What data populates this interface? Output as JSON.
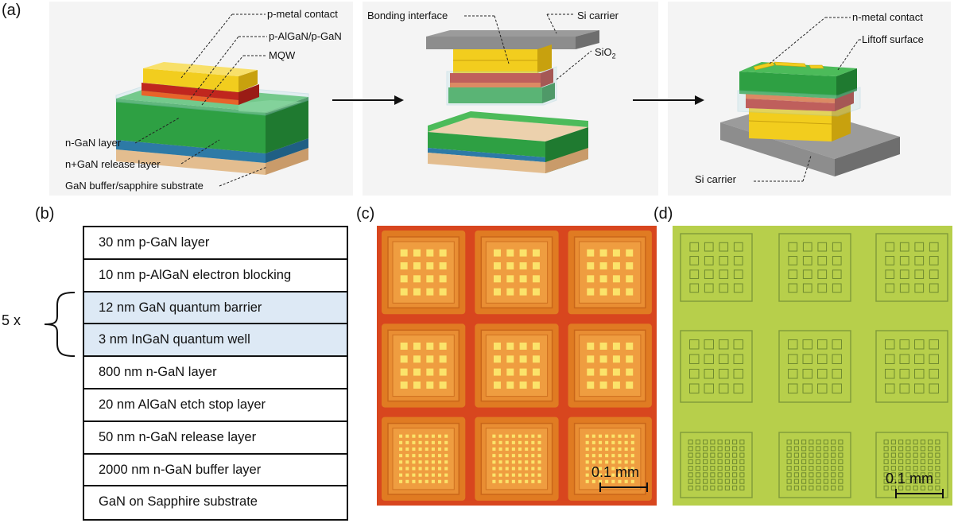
{
  "panels": {
    "a": "(a)",
    "b": "(b)",
    "c": "(c)",
    "d": "(d)"
  },
  "diagram_a1": {
    "p_metal_contact": "p-metal contact",
    "p_algan_pgan": "p-AlGaN/p-GaN",
    "mqw": "MQW",
    "n_gan_layer": "n-GaN layer",
    "n_plus_gan_release": "n+GaN release layer",
    "gan_buffer": "GaN buffer/sapphire substrate"
  },
  "diagram_a2": {
    "bonding_interface": "Bonding interface",
    "si_carrier": "Si carrier",
    "sio2_main": "SiO",
    "sio2_sub": "2"
  },
  "diagram_a3": {
    "n_metal_contact": "n-metal contact",
    "liftoff_surface": "Liftoff surface",
    "si_carrier": "Si carrier"
  },
  "layer_stack": {
    "repeat_label": "5 x",
    "layers": [
      {
        "text": "30 nm p-GaN layer",
        "highlight": false
      },
      {
        "text": "10 nm p-AlGaN electron blocking",
        "highlight": false
      },
      {
        "text": "12 nm GaN quantum barrier",
        "highlight": true
      },
      {
        "text": "3 nm InGaN quantum well",
        "highlight": true
      },
      {
        "text": "800 nm n-GaN layer",
        "highlight": false
      },
      {
        "text": "20 nm AlGaN etch stop layer",
        "highlight": false
      },
      {
        "text": "50 nm n-GaN release layer",
        "highlight": false
      },
      {
        "text": "2000 nm n-GaN buffer layer",
        "highlight": false
      },
      {
        "text": "GaN on Sapphire substrate",
        "highlight": false
      }
    ]
  },
  "micrograph_c": {
    "scale_bar": "0.1 mm"
  },
  "micrograph_d": {
    "scale_bar": "0.1 mm"
  },
  "colors": {
    "p_metal": "#f2cd1e",
    "p_gan_red": "#c0261e",
    "mqw_orange": "#e8632a",
    "n_gan_green": "#2ea043",
    "release_blue": "#2d7aa6",
    "substrate_tan": "#e3bd8f",
    "si_grey": "#8d8d8d",
    "chip_orange": "#e07b22",
    "chip_red": "#d8461e",
    "micro_green": "#b7cf4b"
  }
}
